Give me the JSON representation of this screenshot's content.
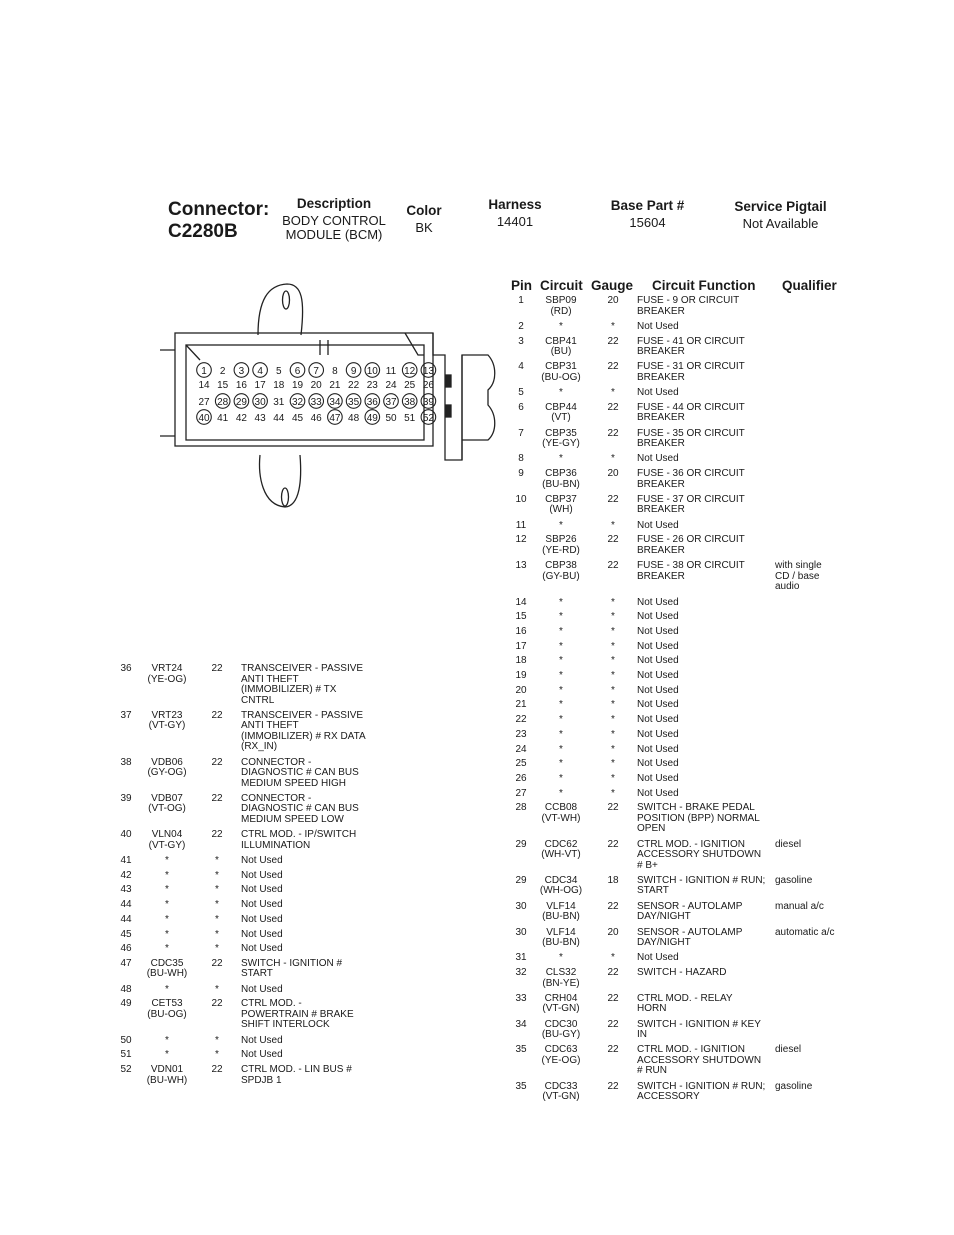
{
  "header": {
    "connector_label": "Connector:",
    "connector_id": "C2280B",
    "description_label": "Description",
    "description_line1": "BODY CONTROL",
    "description_line2": "MODULE (BCM)",
    "color_label": "Color",
    "color_value": "BK",
    "harness_label": "Harness",
    "harness_value": "14401",
    "base_part_label": "Base Part #",
    "base_part_value": "15604",
    "service_pigtail_label": "Service Pigtail",
    "service_pigtail_value": "Not Available"
  },
  "table_headers": {
    "pin": "Pin",
    "circuit": "Circuit",
    "gauge": "Gauge",
    "circuit_function": "Circuit Function",
    "qualifier": "Qualifier"
  },
  "connector_pins": {
    "row1": [
      "1",
      "2",
      "3",
      "4",
      "5",
      "6",
      "7",
      "8",
      "9",
      "10",
      "11",
      "12",
      "13"
    ],
    "row2": [
      "14",
      "15",
      "16",
      "17",
      "18",
      "19",
      "20",
      "21",
      "22",
      "23",
      "24",
      "25",
      "26"
    ],
    "row3": [
      "27",
      "28",
      "29",
      "30",
      "31",
      "32",
      "33",
      "34",
      "35",
      "36",
      "37",
      "38",
      "39"
    ],
    "row4": [
      "40",
      "41",
      "42",
      "43",
      "44",
      "45",
      "46",
      "47",
      "48",
      "49",
      "50",
      "51",
      "52"
    ]
  },
  "right_table": [
    {
      "pin": "1",
      "circuit": [
        "SBP09",
        "(RD)"
      ],
      "gauge": "20",
      "func": [
        "FUSE - 9 OR CIRCUIT",
        "BREAKER"
      ],
      "qual": []
    },
    {
      "pin": "2",
      "circuit": [
        "*"
      ],
      "gauge": "*",
      "func": [
        "Not Used"
      ],
      "qual": []
    },
    {
      "pin": "3",
      "circuit": [
        "CBP41",
        "(BU)"
      ],
      "gauge": "22",
      "func": [
        "FUSE - 41 OR CIRCUIT",
        "BREAKER"
      ],
      "qual": []
    },
    {
      "pin": "4",
      "circuit": [
        "CBP31",
        "(BU-OG)"
      ],
      "gauge": "22",
      "func": [
        "FUSE - 31 OR CIRCUIT",
        "BREAKER"
      ],
      "qual": []
    },
    {
      "pin": "5",
      "circuit": [
        "*"
      ],
      "gauge": "*",
      "func": [
        "Not Used"
      ],
      "qual": []
    },
    {
      "pin": "6",
      "circuit": [
        "CBP44",
        "(VT)"
      ],
      "gauge": "22",
      "func": [
        "FUSE - 44 OR CIRCUIT",
        "BREAKER"
      ],
      "qual": []
    },
    {
      "pin": "7",
      "circuit": [
        "CBP35",
        "(YE-GY)"
      ],
      "gauge": "22",
      "func": [
        "FUSE - 35 OR CIRCUIT",
        "BREAKER"
      ],
      "qual": []
    },
    {
      "pin": "8",
      "circuit": [
        "*"
      ],
      "gauge": "*",
      "func": [
        "Not Used"
      ],
      "qual": []
    },
    {
      "pin": "9",
      "circuit": [
        "CBP36",
        "(BU-BN)"
      ],
      "gauge": "20",
      "func": [
        "FUSE - 36 OR CIRCUIT",
        "BREAKER"
      ],
      "qual": []
    },
    {
      "pin": "10",
      "circuit": [
        "CBP37",
        "(WH)"
      ],
      "gauge": "22",
      "func": [
        "FUSE - 37 OR CIRCUIT",
        "BREAKER"
      ],
      "qual": []
    },
    {
      "pin": "11",
      "circuit": [
        "*"
      ],
      "gauge": "*",
      "func": [
        "Not Used"
      ],
      "qual": []
    },
    {
      "pin": "12",
      "circuit": [
        "SBP26",
        "(YE-RD)"
      ],
      "gauge": "22",
      "func": [
        "FUSE - 26 OR CIRCUIT",
        "BREAKER"
      ],
      "qual": []
    },
    {
      "pin": "13",
      "circuit": [
        "CBP38",
        "(GY-BU)"
      ],
      "gauge": "22",
      "func": [
        "FUSE - 38 OR CIRCUIT",
        "BREAKER"
      ],
      "qual": [
        "with single",
        "CD / base",
        "audio"
      ]
    },
    {
      "pin": "14",
      "circuit": [
        "*"
      ],
      "gauge": "*",
      "func": [
        "Not Used"
      ],
      "qual": []
    },
    {
      "pin": "15",
      "circuit": [
        "*"
      ],
      "gauge": "*",
      "func": [
        "Not Used"
      ],
      "qual": []
    },
    {
      "pin": "16",
      "circuit": [
        "*"
      ],
      "gauge": "*",
      "func": [
        "Not Used"
      ],
      "qual": []
    },
    {
      "pin": "17",
      "circuit": [
        "*"
      ],
      "gauge": "*",
      "func": [
        "Not Used"
      ],
      "qual": []
    },
    {
      "pin": "18",
      "circuit": [
        "*"
      ],
      "gauge": "*",
      "func": [
        "Not Used"
      ],
      "qual": []
    },
    {
      "pin": "19",
      "circuit": [
        "*"
      ],
      "gauge": "*",
      "func": [
        "Not Used"
      ],
      "qual": []
    },
    {
      "pin": "20",
      "circuit": [
        "*"
      ],
      "gauge": "*",
      "func": [
        "Not Used"
      ],
      "qual": []
    },
    {
      "pin": "21",
      "circuit": [
        "*"
      ],
      "gauge": "*",
      "func": [
        "Not Used"
      ],
      "qual": []
    },
    {
      "pin": "22",
      "circuit": [
        "*"
      ],
      "gauge": "*",
      "func": [
        "Not Used"
      ],
      "qual": []
    },
    {
      "pin": "23",
      "circuit": [
        "*"
      ],
      "gauge": "*",
      "func": [
        "Not Used"
      ],
      "qual": []
    },
    {
      "pin": "24",
      "circuit": [
        "*"
      ],
      "gauge": "*",
      "func": [
        "Not Used"
      ],
      "qual": []
    },
    {
      "pin": "25",
      "circuit": [
        "*"
      ],
      "gauge": "*",
      "func": [
        "Not Used"
      ],
      "qual": []
    },
    {
      "pin": "26",
      "circuit": [
        "*"
      ],
      "gauge": "*",
      "func": [
        "Not Used"
      ],
      "qual": []
    },
    {
      "pin": "27",
      "circuit": [
        "*"
      ],
      "gauge": "*",
      "func": [
        "Not Used"
      ],
      "qual": []
    },
    {
      "pin": "28",
      "circuit": [
        "CCB08",
        "(VT-WH)"
      ],
      "gauge": "22",
      "func": [
        "SWITCH - BRAKE PEDAL",
        "POSITION (BPP) NORMAL",
        "OPEN"
      ],
      "qual": []
    },
    {
      "pin": "29",
      "circuit": [
        "CDC62",
        "(WH-VT)"
      ],
      "gauge": "22",
      "func": [
        "CTRL MOD. - IGNITION",
        "ACCESSORY SHUTDOWN",
        "# B+"
      ],
      "qual": [
        "diesel"
      ]
    },
    {
      "pin": "29",
      "circuit": [
        "CDC34",
        "(WH-OG)"
      ],
      "gauge": "18",
      "func": [
        "SWITCH - IGNITION # RUN;",
        "START"
      ],
      "qual": [
        "gasoline"
      ]
    },
    {
      "pin": "30",
      "circuit": [
        "VLF14",
        "(BU-BN)"
      ],
      "gauge": "22",
      "func": [
        "SENSOR - AUTOLAMP",
        "DAY/NIGHT"
      ],
      "qual": [
        "manual a/c"
      ]
    },
    {
      "pin": "30",
      "circuit": [
        "VLF14",
        "(BU-BN)"
      ],
      "gauge": "20",
      "func": [
        "SENSOR - AUTOLAMP",
        "DAY/NIGHT"
      ],
      "qual": [
        "automatic a/c"
      ]
    },
    {
      "pin": "31",
      "circuit": [
        "*"
      ],
      "gauge": "*",
      "func": [
        "Not Used"
      ],
      "qual": []
    },
    {
      "pin": "32",
      "circuit": [
        "CLS32",
        "(BN-YE)"
      ],
      "gauge": "22",
      "func": [
        "SWITCH - HAZARD"
      ],
      "qual": []
    },
    {
      "pin": "33",
      "circuit": [
        "CRH04",
        "(VT-GN)"
      ],
      "gauge": "22",
      "func": [
        "CTRL MOD. - RELAY",
        "HORN"
      ],
      "qual": []
    },
    {
      "pin": "34",
      "circuit": [
        "CDC30",
        "(BU-GY)"
      ],
      "gauge": "22",
      "func": [
        "SWITCH - IGNITION # KEY",
        "IN"
      ],
      "qual": []
    },
    {
      "pin": "35",
      "circuit": [
        "CDC63",
        "(YE-OG)"
      ],
      "gauge": "22",
      "func": [
        "CTRL MOD. - IGNITION",
        "ACCESSORY SHUTDOWN",
        "# RUN"
      ],
      "qual": [
        "diesel"
      ]
    },
    {
      "pin": "35",
      "circuit": [
        "CDC33",
        "(VT-GN)"
      ],
      "gauge": "22",
      "func": [
        "SWITCH - IGNITION # RUN;",
        "ACCESSORY"
      ],
      "qual": [
        "gasoline"
      ]
    }
  ],
  "left_table": [
    {
      "pin": "36",
      "circuit": [
        "VRT24",
        "(YE-OG)"
      ],
      "gauge": "22",
      "func": [
        "TRANSCEIVER - PASSIVE",
        "ANTI THEFT",
        "(IMMOBILIZER) # TX",
        "CNTRL"
      ]
    },
    {
      "pin": "37",
      "circuit": [
        "VRT23",
        "(VT-GY)"
      ],
      "gauge": "22",
      "func": [
        "TRANSCEIVER - PASSIVE",
        "ANTI THEFT",
        "(IMMOBILIZER) # RX DATA",
        "(RX_IN)"
      ]
    },
    {
      "pin": "38",
      "circuit": [
        "VDB06",
        "(GY-OG)"
      ],
      "gauge": "22",
      "func": [
        "CONNECTOR -",
        "DIAGNOSTIC # CAN BUS",
        "MEDIUM SPEED HIGH"
      ]
    },
    {
      "pin": "39",
      "circuit": [
        "VDB07",
        "(VT-OG)"
      ],
      "gauge": "22",
      "func": [
        "CONNECTOR -",
        "DIAGNOSTIC # CAN BUS",
        "MEDIUM SPEED LOW"
      ]
    },
    {
      "pin": "40",
      "circuit": [
        "VLN04",
        "(VT-GY)"
      ],
      "gauge": "22",
      "func": [
        "CTRL MOD. - IP/SWITCH",
        "ILLUMINATION"
      ]
    },
    {
      "pin": "41",
      "circuit": [
        "*"
      ],
      "gauge": "*",
      "func": [
        "Not Used"
      ]
    },
    {
      "pin": "42",
      "circuit": [
        "*"
      ],
      "gauge": "*",
      "func": [
        "Not Used"
      ]
    },
    {
      "pin": "43",
      "circuit": [
        "*"
      ],
      "gauge": "*",
      "func": [
        "Not Used"
      ]
    },
    {
      "pin": "44",
      "circuit": [
        "*"
      ],
      "gauge": "*",
      "func": [
        "Not Used"
      ]
    },
    {
      "pin": "44",
      "circuit": [
        "*"
      ],
      "gauge": "*",
      "func": [
        "Not Used"
      ]
    },
    {
      "pin": "45",
      "circuit": [
        "*"
      ],
      "gauge": "*",
      "func": [
        "Not Used"
      ]
    },
    {
      "pin": "46",
      "circuit": [
        "*"
      ],
      "gauge": "*",
      "func": [
        "Not Used"
      ]
    },
    {
      "pin": "47",
      "circuit": [
        "CDC35",
        "(BU-WH)"
      ],
      "gauge": "22",
      "func": [
        "SWITCH - IGNITION #",
        "START"
      ]
    },
    {
      "pin": "48",
      "circuit": [
        "*"
      ],
      "gauge": "*",
      "func": [
        "Not Used"
      ]
    },
    {
      "pin": "49",
      "circuit": [
        "CET53",
        "(BU-OG)"
      ],
      "gauge": "22",
      "func": [
        "CTRL MOD. -",
        "POWERTRAIN # BRAKE",
        "SHIFT INTERLOCK"
      ]
    },
    {
      "pin": "50",
      "circuit": [
        "*"
      ],
      "gauge": "*",
      "func": [
        "Not Used"
      ]
    },
    {
      "pin": "51",
      "circuit": [
        "*"
      ],
      "gauge": "*",
      "func": [
        "Not Used"
      ]
    },
    {
      "pin": "52",
      "circuit": [
        "VDN01",
        "(BU-WH)"
      ],
      "gauge": "22",
      "func": [
        "CTRL MOD. - LIN BUS #",
        "SPDJB 1"
      ]
    }
  ]
}
